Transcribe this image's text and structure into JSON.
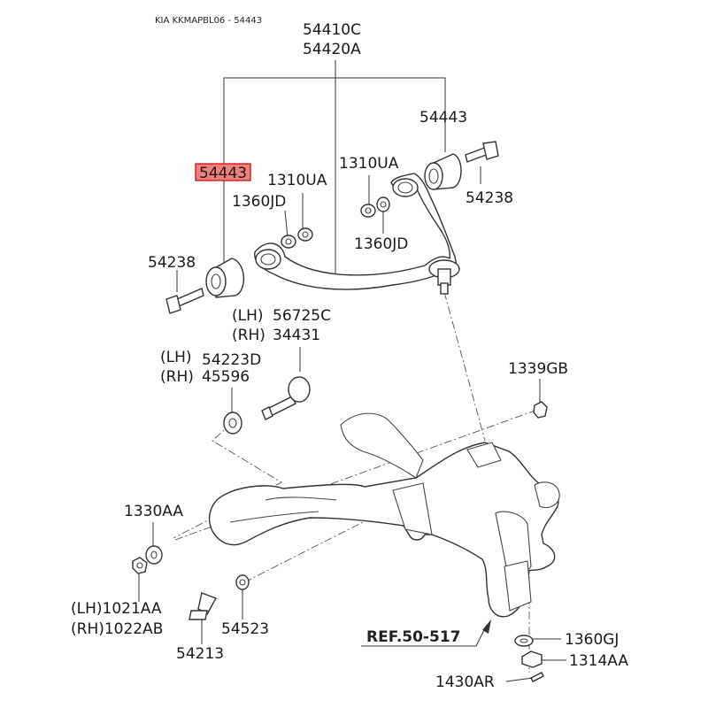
{
  "header": {
    "text": "KIA KKMAPBL06 - 54443"
  },
  "colors": {
    "highlight_fill": "#f08080",
    "highlight_stroke": "#cc0000",
    "line": "#333333"
  },
  "labels": {
    "arm_part_1": "54410C",
    "arm_part_2": "54420A",
    "bushing_right": "54443",
    "bushing_left_highlighted": "54443",
    "bolt_right": "54238",
    "bolt_left": "54238",
    "nut_left": "1310UA",
    "washer_left": "1360JD",
    "nut_right": "1310UA",
    "washer_right": "1360JD",
    "cam_bolt_lh_side": "(LH)",
    "cam_bolt_lh": "56725C",
    "cam_bolt_rh_side": "(RH)",
    "cam_bolt_rh": "34431",
    "cam_plate_lh_side": "(LH)",
    "cam_plate_lh": "54223D",
    "cam_plate_rh_side": "(RH)",
    "cam_plate_rh": "45596",
    "ball_joint_nut": "1339GB",
    "washer_lower": "1330AA",
    "nut_lower_lh": "(LH)1021AA",
    "nut_lower_rh": "(RH)1022AB",
    "bolt_lower": "54213",
    "washer_front": "54523",
    "knuckle_ref": "REF.50-517",
    "knuckle_washer": "1360GJ",
    "knuckle_nut": "1314AA",
    "cotter_pin": "1430AR"
  }
}
